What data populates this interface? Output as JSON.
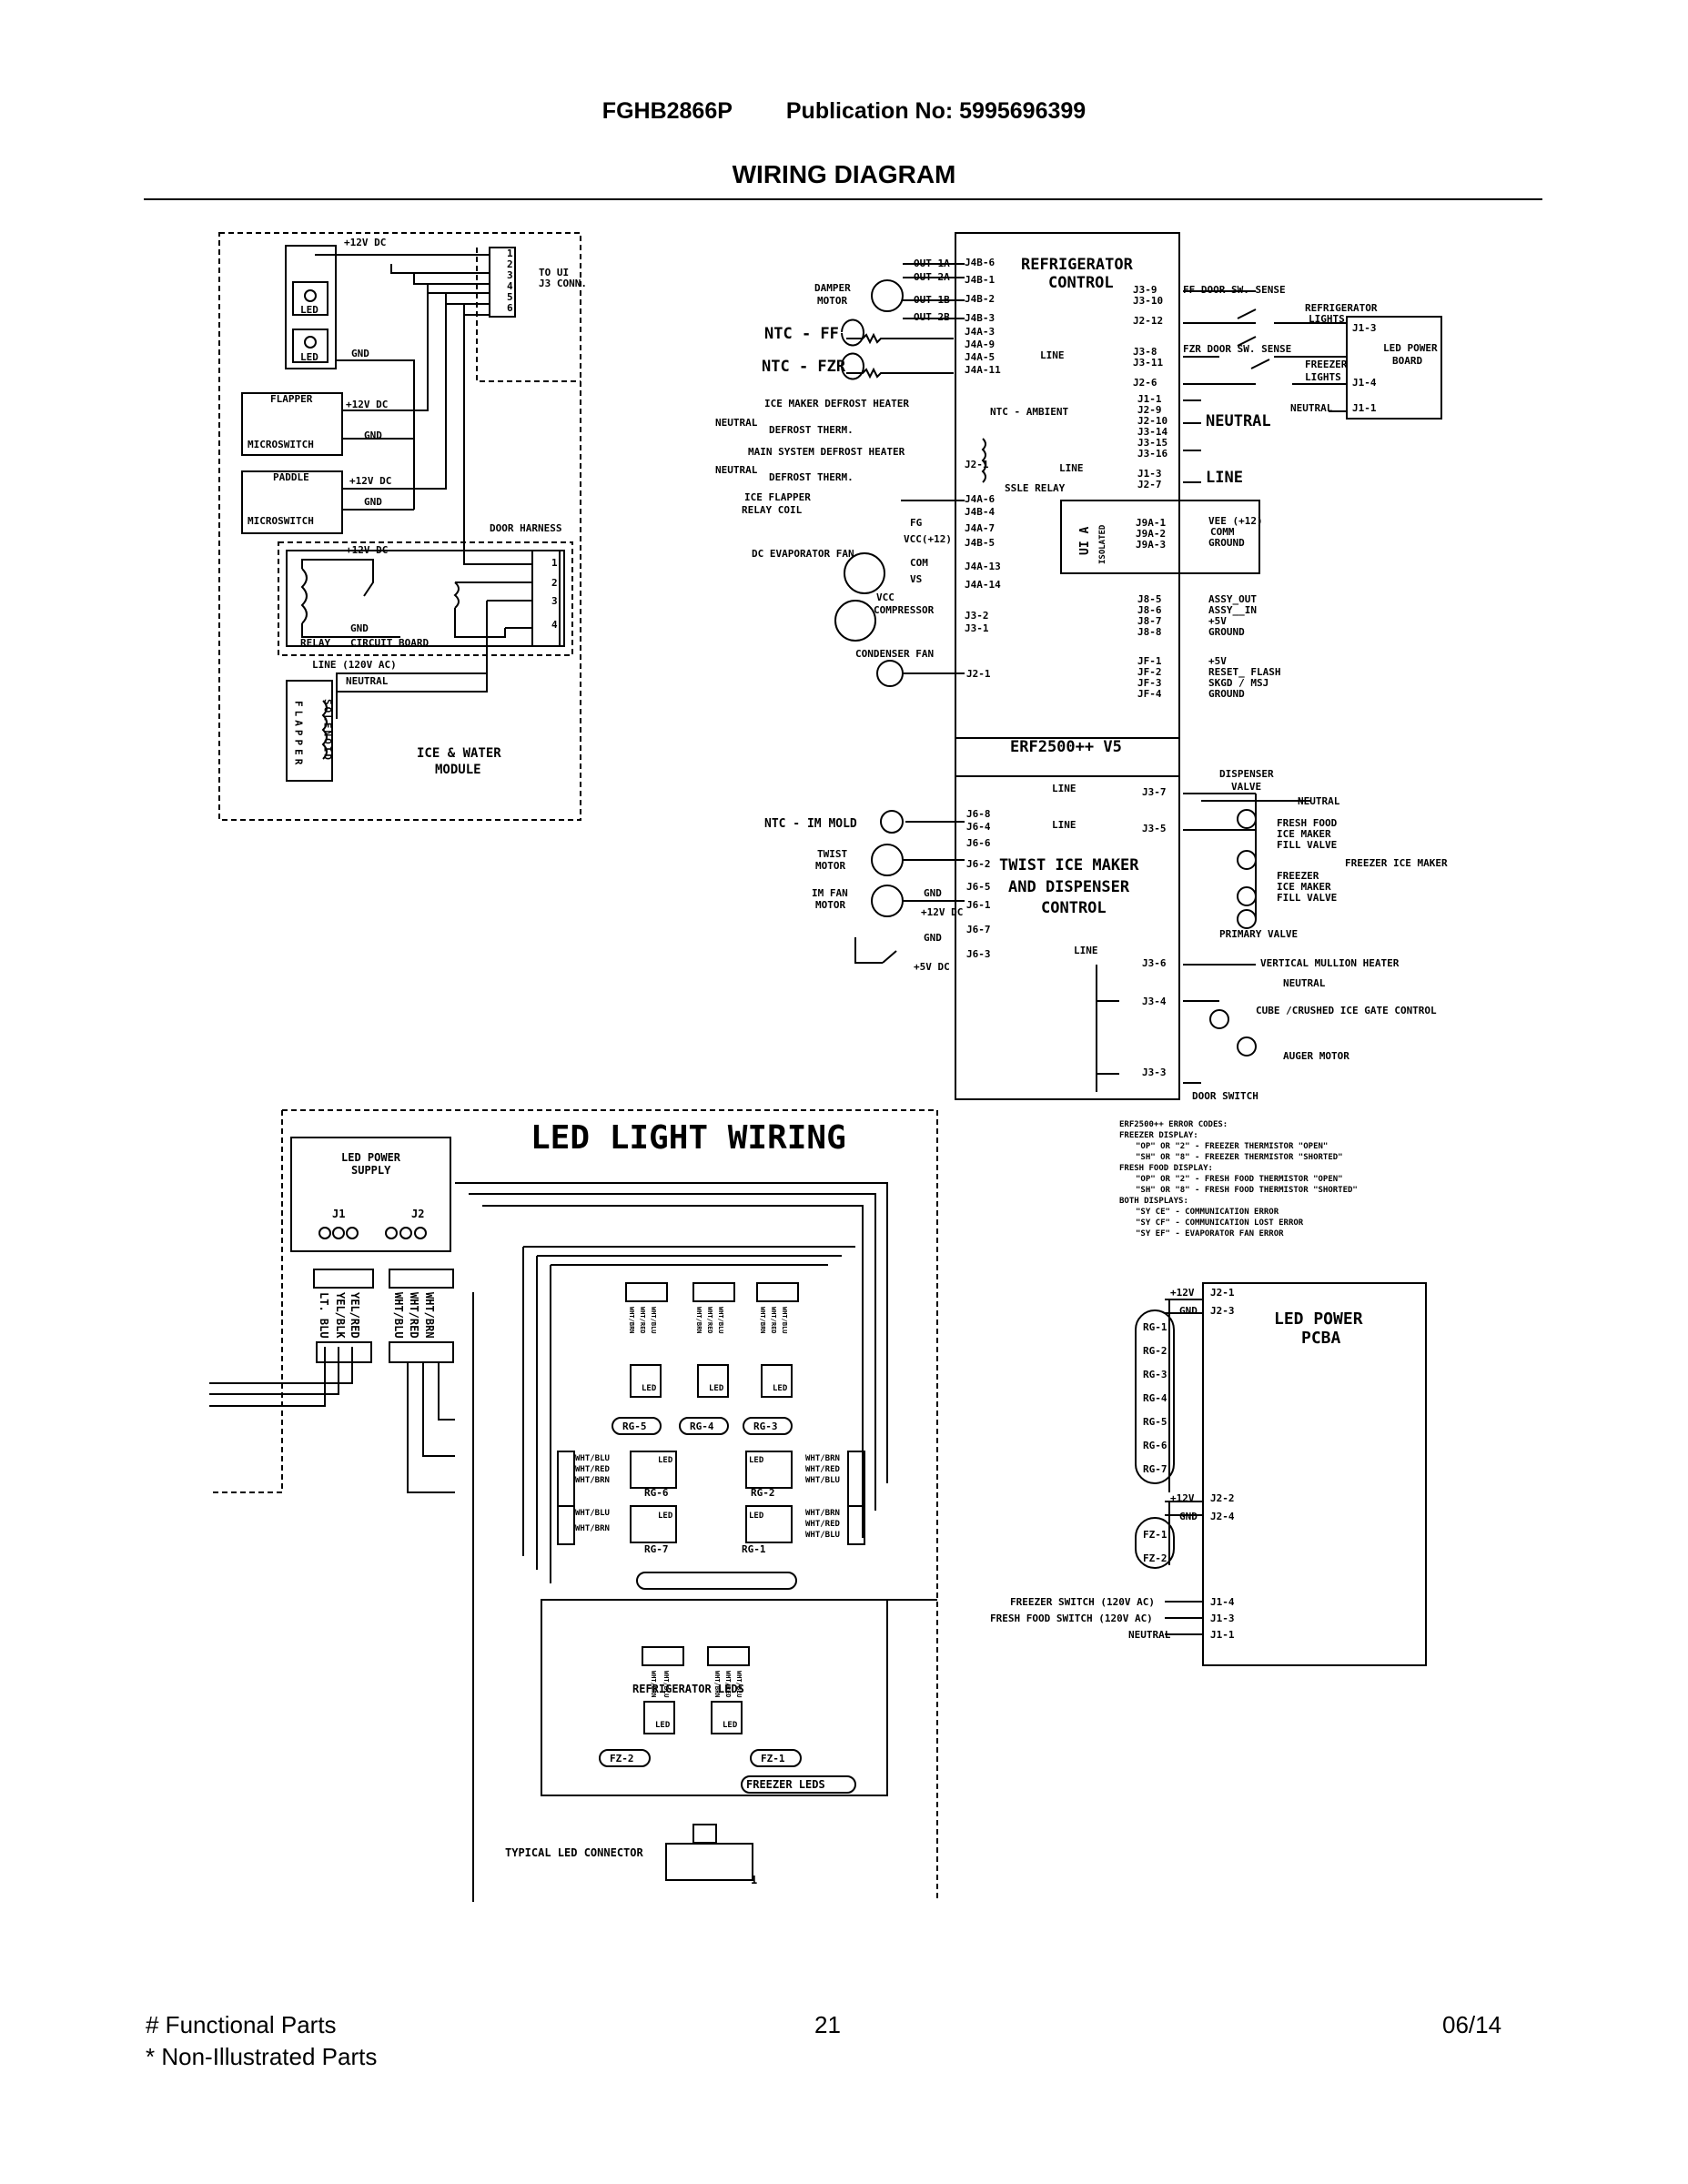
{
  "header": {
    "model": "FGHB2866P",
    "publication": "Publication No:  5995696399",
    "title": "WIRING DIAGRAM"
  },
  "diagram": {
    "ice_water_module": {
      "v12_dc": "+12V DC",
      "to_ui": "TO UI",
      "j3_conn": "J3 CONN.",
      "pins": [
        "1",
        "2",
        "3",
        "4",
        "5",
        "6"
      ],
      "led": "LED",
      "gnd": "GND",
      "flapper": "FLAPPER",
      "paddle": "PADDLE",
      "microswitch": "MICROSWITCH",
      "door_harness": "DOOR HARNESS",
      "relay": "RELAY",
      "circuit_board": "CIRCUIT BOARD",
      "line_120": "LINE (120V AC)",
      "neutral": "NEUTRAL",
      "flapper_v": "FLAPPER",
      "solenoid_v": "SOLENOID",
      "harness_pins": [
        "1",
        "2",
        "3",
        "4"
      ],
      "module_title_1": "ICE & WATER",
      "module_title_2": "MODULE"
    },
    "refrigerator_control": {
      "title_1": "REFRIGERATOR",
      "title_2": "CONTROL",
      "board_name": "ERF2500++ V5",
      "damper_motor_1": "DAMPER",
      "damper_motor_2": "MOTOR",
      "outs": [
        "OUT 1A",
        "OUT 2A",
        "OUT 1B",
        "OUT 2B"
      ],
      "j4b_pins": [
        "J4B-6",
        "J4B-1",
        "J4B-2",
        "J4B-3",
        "J4A-3",
        "J4A-9",
        "J4A-5",
        "J4A-11"
      ],
      "ntc_ff": "NTC - FF",
      "ntc_fzr": "NTC - FZR",
      "ntc_ambient": "NTC - AMBIENT",
      "ice_maker_defrost_heater": "ICE MAKER DEFROST HEATER",
      "neutral": "NEUTRAL",
      "defrost_therm": "DEFROST THERM.",
      "main_system_defrost_heater": "MAIN SYSTEM DEFROST HEATER",
      "j2_1": "J2-1",
      "line": "LINE",
      "ssle_relay": "SSLE RELAY",
      "ice_flapper_1": "ICE FLAPPER",
      "ice_flapper_2": "RELAY COIL",
      "j4a_6": "J4A-6",
      "j4b_4": "J4B-4",
      "fg": "FG",
      "vcc12": "VCC(+12)",
      "com": "COM",
      "vs": "VS",
      "j4a_7": "J4A-7",
      "j4b_5": "J4B-5",
      "j4a_13": "J4A-13",
      "j4a_14": "J4A-14",
      "dc_evap_fan": "DC EVAPORATOR FAN",
      "vcc": "VCC",
      "compressor": "COMPRESSOR",
      "j3_2": "J3-2",
      "j3_1": "J3-1",
      "condenser_fan": "CONDENSER FAN",
      "j2_1b": "J2-1",
      "right_pins_a": [
        "J3-9",
        "J3-10"
      ],
      "j2_12": "J2-12",
      "right_pins_b": [
        "J3-8",
        "J3-11"
      ],
      "j2_6": "J2-6",
      "neutral_pins": [
        "J1-1",
        "J2-9",
        "J2-10",
        "J3-14",
        "J3-15",
        "J3-16"
      ],
      "line_pins": [
        "J1-3",
        "J2-7"
      ],
      "ff_door_sense": "FF DOOR SW. SENSE",
      "fzr_door_sense": "FZR DOOR SW. SENSE",
      "neutral_label": "NEUTRAL",
      "line_label": "LINE",
      "ui_a": "UI A",
      "isolated": "ISOLATED",
      "j9a": [
        "J9A-1",
        "J9A-2",
        "J9A-3"
      ],
      "vee": [
        "VEE (+12)",
        "COMM",
        "GROUND"
      ],
      "j8": [
        "J8-5",
        "J8-6",
        "J8-7",
        "J8-8"
      ],
      "j8_labels": [
        "ASSY_OUT",
        "ASSY__IN",
        "+5V",
        "GROUND"
      ],
      "jf": [
        "JF-1",
        "JF-2",
        "JF-3",
        "JF-4"
      ],
      "jf_labels": [
        "+5V",
        "RESET_ FLASH",
        "SKGD / MSJ",
        "GROUND"
      ]
    },
    "led_power_board": {
      "refrigerator_lights_1": "REFRIGERATOR",
      "refrigerator_lights_2": "LIGHTS",
      "freezer_lights_1": "FREEZER",
      "freezer_lights_2": "LIGHTS",
      "j1_3": "J1-3",
      "j1_4": "J1-4",
      "j1_1": "J1-1",
      "neutral": "NEUTRAL",
      "title_1": "LED POWER",
      "title_2": "BOARD"
    },
    "twist_ice_maker": {
      "title_1": "TWIST ICE MAKER",
      "title_2": "AND DISPENSER",
      "title_3": "CONTROL",
      "ntc_im_mold": "NTC - IM MOLD",
      "twist_motor_1": "TWIST",
      "twist_motor_2": "MOTOR",
      "im_fan_1": "IM FAN",
      "im_fan_2": "MOTOR",
      "gnd": "GND",
      "v12": "+12V DC",
      "v5": "+5V DC",
      "j6_pins": [
        "J6-8",
        "J6-4",
        "J6-6",
        "J6-2",
        "J6-5",
        "J6-1",
        "J6-7",
        "J6-3"
      ],
      "line": "LINE",
      "j3_7": "J3-7",
      "j3_5": "J3-5",
      "j3_6": "J3-6",
      "j3_4": "J3-4",
      "j3_3": "J3-3",
      "dispenser_valve_1": "DISPENSER",
      "dispenser_valve_2": "VALVE",
      "neutral": "NEUTRAL",
      "fresh_food_valve": [
        "FRESH FOOD",
        "ICE MAKER",
        "FILL VALVE"
      ],
      "freezer_ice_maker": "FREEZER ICE MAKER",
      "freezer_valve": [
        "FREEZER",
        "ICE MAKER",
        "FILL VALVE"
      ],
      "primary_valve": "PRIMARY VALVE",
      "vertical_mullion": "VERTICAL MULLION HEATER",
      "neutral2": "NEUTRAL",
      "cube_crushed": "CUBE /CRUSHED ICE GATE CONTROL",
      "auger_motor": "AUGER MOTOR",
      "door_switch": "DOOR SWITCH"
    },
    "error_codes": [
      "ERF2500++ ERROR CODES:",
      "FREEZER DISPLAY:",
      "\"OP\" OR \"2\" - FREEZER THERMISTOR \"OPEN\"",
      "\"SH\" OR \"8\" - FREEZER THERMISTOR \"SHORTED\"",
      "FRESH FOOD DISPLAY:",
      "\"OP\" OR \"2\" - FRESH FOOD THERMISTOR \"OPEN\"",
      "\"SH\" OR \"8\" - FRESH FOOD THERMISTOR \"SHORTED\"",
      "BOTH DISPLAYS:",
      "\"SY CE\" - COMMUNICATION ERROR",
      "\"SY CF\" - COMMUNICATION LOST ERROR",
      "\"SY EF\" - EVAPORATOR FAN ERROR"
    ],
    "led_light_wiring": {
      "title": "LED LIGHT WIRING",
      "supply_1": "LED POWER",
      "supply_2": "SUPPLY",
      "j1": "J1",
      "j2": "J2",
      "j1_wires": [
        "LT. BLU",
        "YEL/BLK",
        "YEL/RED"
      ],
      "j2_wires": [
        "WHT/BLU",
        "WHT/RED",
        "WHT/BRN"
      ],
      "conn_wire_labels": [
        "WHT/BRN",
        "WHT/RED",
        "WHT/BLU"
      ],
      "led": "LED",
      "rg_top": [
        "RG-5",
        "RG-4",
        "RG-3"
      ],
      "rg_mid": [
        "RG-6",
        "RG-2"
      ],
      "rg_low": [
        "RG-7",
        "RG-1"
      ],
      "wht_blu": "WHT/BLU",
      "wht_red": "WHT/RED",
      "wht_brn": "WHT/BRN",
      "refrigerator_leds": "REFRIGERATOR LEDS",
      "freezer_leds": "FREEZER LEDS",
      "fz": [
        "FZ-2",
        "FZ-1"
      ],
      "typical_connector": "TYPICAL LED CONNECTOR",
      "connector_pin": "1"
    },
    "led_power_pcba": {
      "title_1": "LED POWER",
      "title_2": "PCBA",
      "v12": "+12V",
      "gnd": "GND",
      "j2_1": "J2-1",
      "j2_3": "J2-3",
      "j2_2": "J2-2",
      "j2_4": "J2-4",
      "rg": [
        "RG-1",
        "RG-2",
        "RG-3",
        "RG-4",
        "RG-5",
        "RG-6",
        "RG-7"
      ],
      "fz": [
        "FZ-1",
        "FZ-2"
      ],
      "freezer_switch": "FREEZER SWITCH (120V AC)",
      "fresh_food_switch": "FRESH FOOD SWITCH (120V AC)",
      "neutral": "NEUTRAL",
      "j1_4": "J1-4",
      "j1_3": "J1-3",
      "j1_1": "J1-1"
    }
  },
  "footer": {
    "functional": "# Functional Parts",
    "non_illustrated": "* Non-Illustrated Parts",
    "page": "21",
    "date": "06/14"
  }
}
